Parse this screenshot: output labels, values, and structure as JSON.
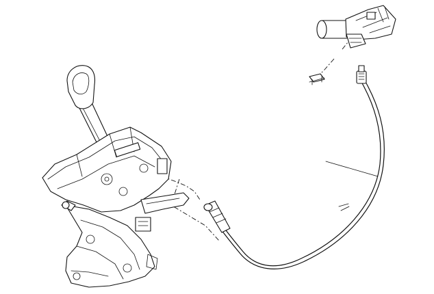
{
  "diagram": {
    "background": "#ffffff",
    "line_color": "#111111",
    "components": [
      {
        "id": "shifter-assembly"
      },
      {
        "id": "shift-knob"
      },
      {
        "id": "shift-cable"
      },
      {
        "id": "cable-clip"
      },
      {
        "id": "transmission-actuator"
      },
      {
        "id": "cable-bracket"
      }
    ],
    "labels": []
  }
}
